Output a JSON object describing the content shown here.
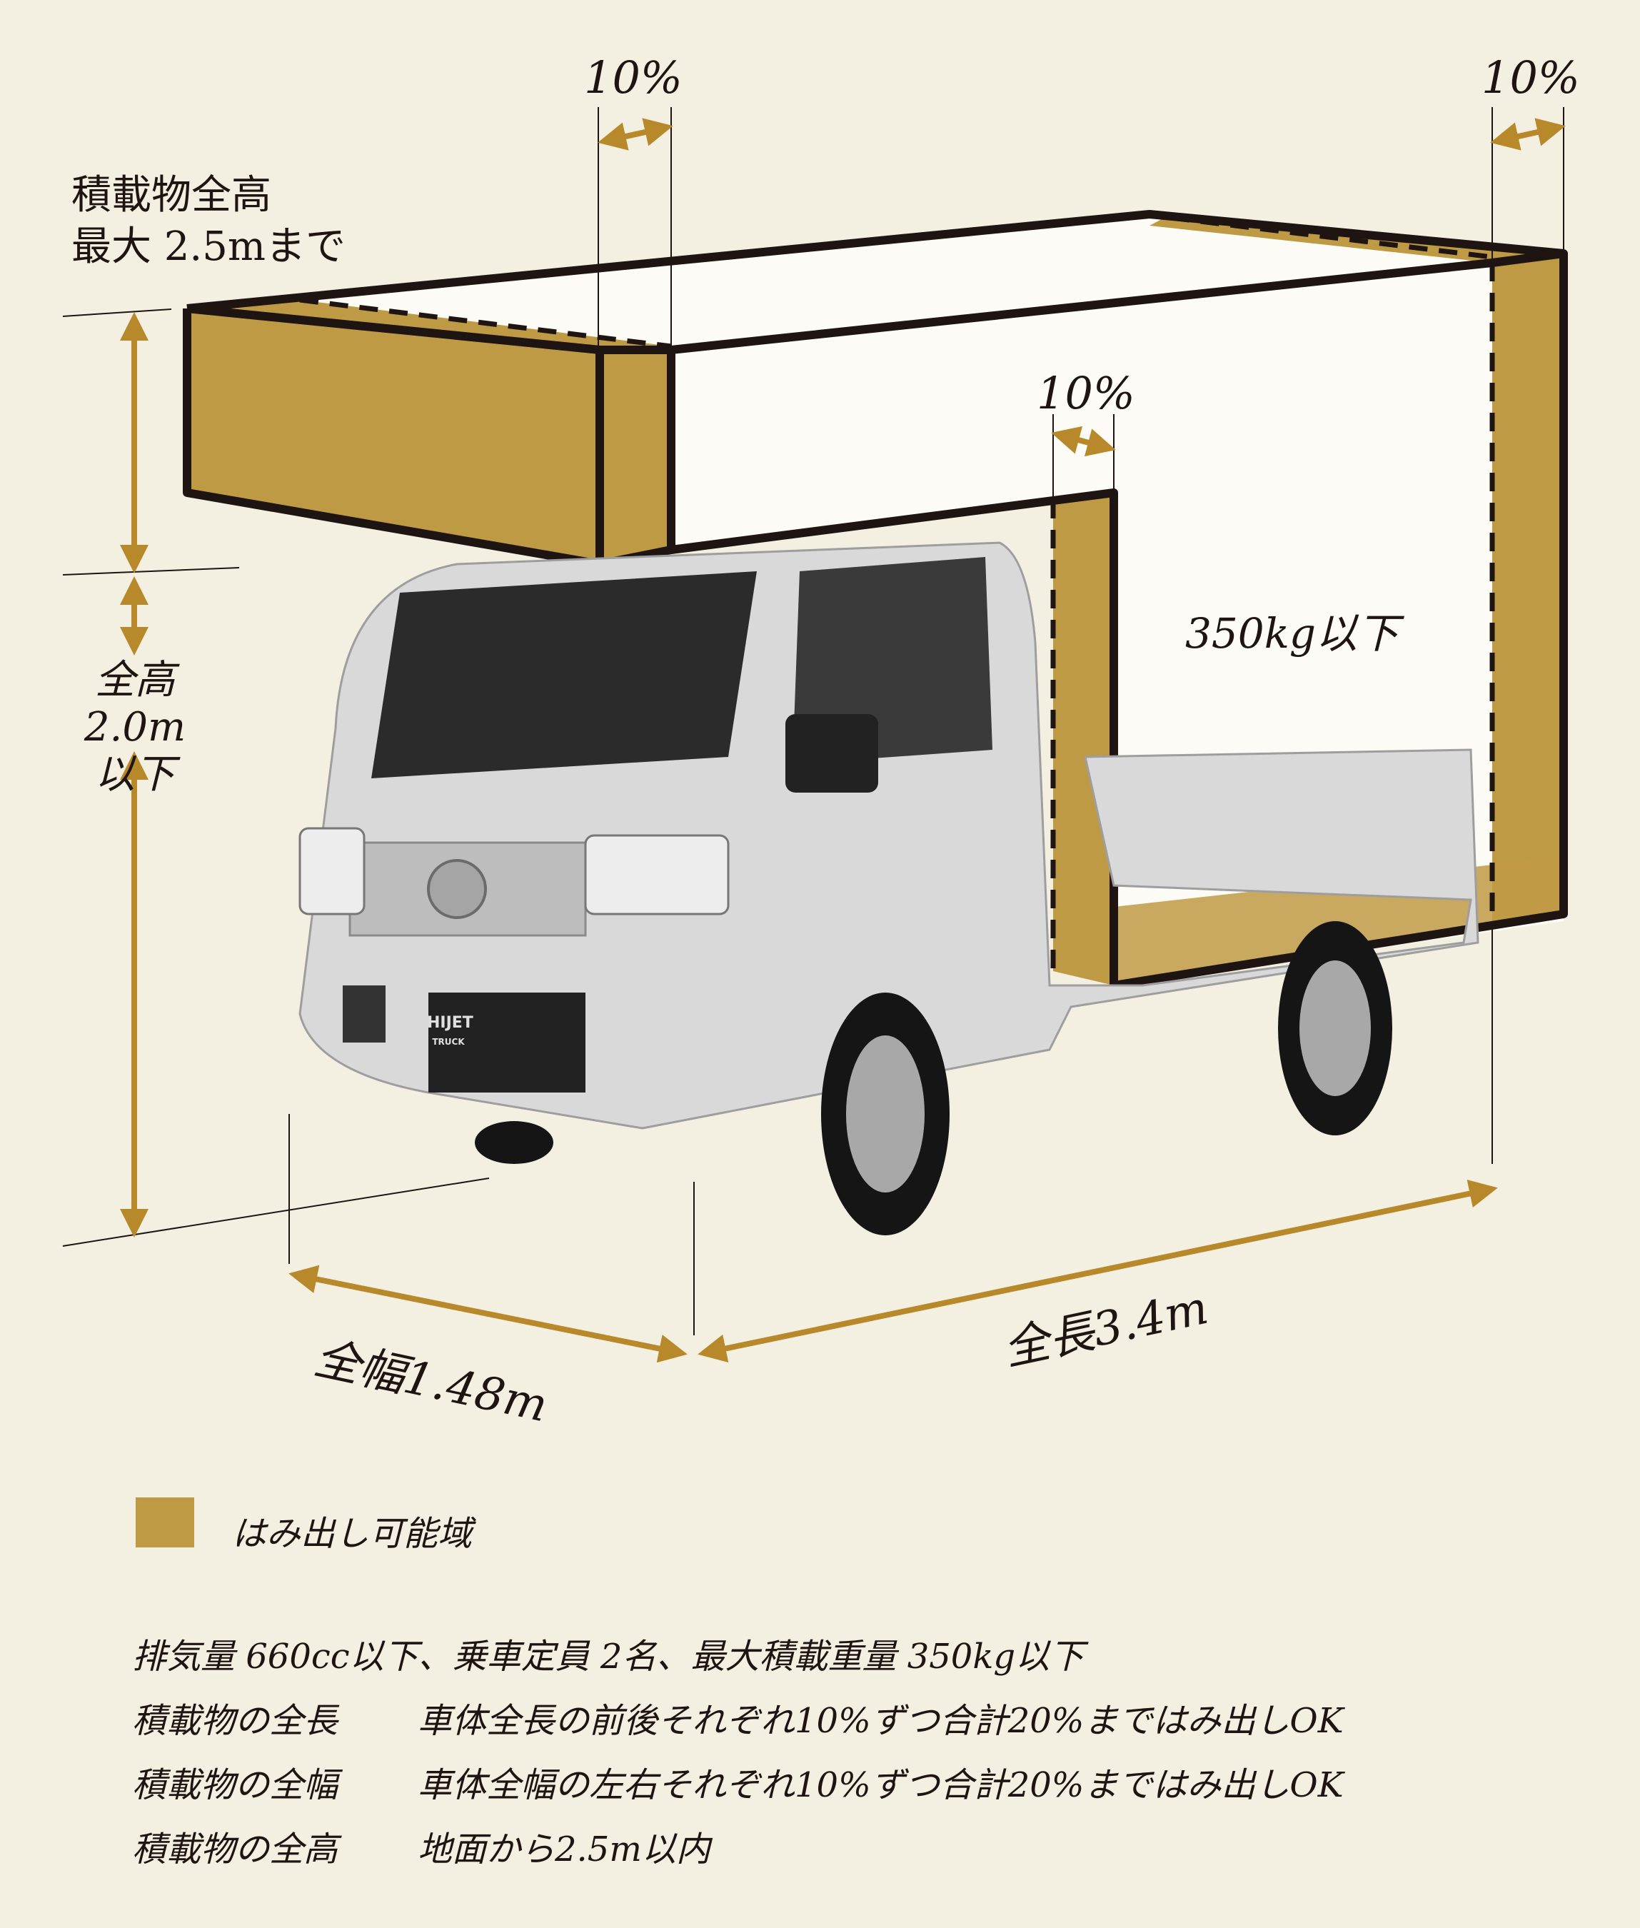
{
  "colors": {
    "background": "#F3F0E2",
    "overhang_fill": "#BF9A45",
    "arrow": "#B8892A",
    "outline": "#1E1412",
    "box_face": "#FCFBF6"
  },
  "labels": {
    "pct_front_top": "10%",
    "pct_rear_top": "10%",
    "pct_side": "10%",
    "load_height_line1": "積載物全高",
    "load_height_line2": "最大 2.5mまで",
    "vehicle_height_line1": "全高",
    "vehicle_height_line2": "2.0m",
    "vehicle_height_line3": "以下",
    "max_load": "350kg以下",
    "width": "全幅1.48m",
    "length": "全長3.4m"
  },
  "truck": {
    "badge_line1": "HIJET",
    "badge_line2": "TRUCK"
  },
  "legend": {
    "label": "はみ出し可能域"
  },
  "specs": {
    "summary": "排気量 660cc以下、乗車定員 2名、最大積載重量 350kg以下",
    "rows": [
      {
        "key": "積載物の全長",
        "value": "車体全長の前後それぞれ10%ずつ合計20%まではみ出しOK"
      },
      {
        "key": "積載物の全幅",
        "value": "車体全幅の左右それぞれ10%ずつ合計20%まではみ出しOK"
      },
      {
        "key": "積載物の全高",
        "value": "地面から2.5m以内"
      }
    ]
  }
}
